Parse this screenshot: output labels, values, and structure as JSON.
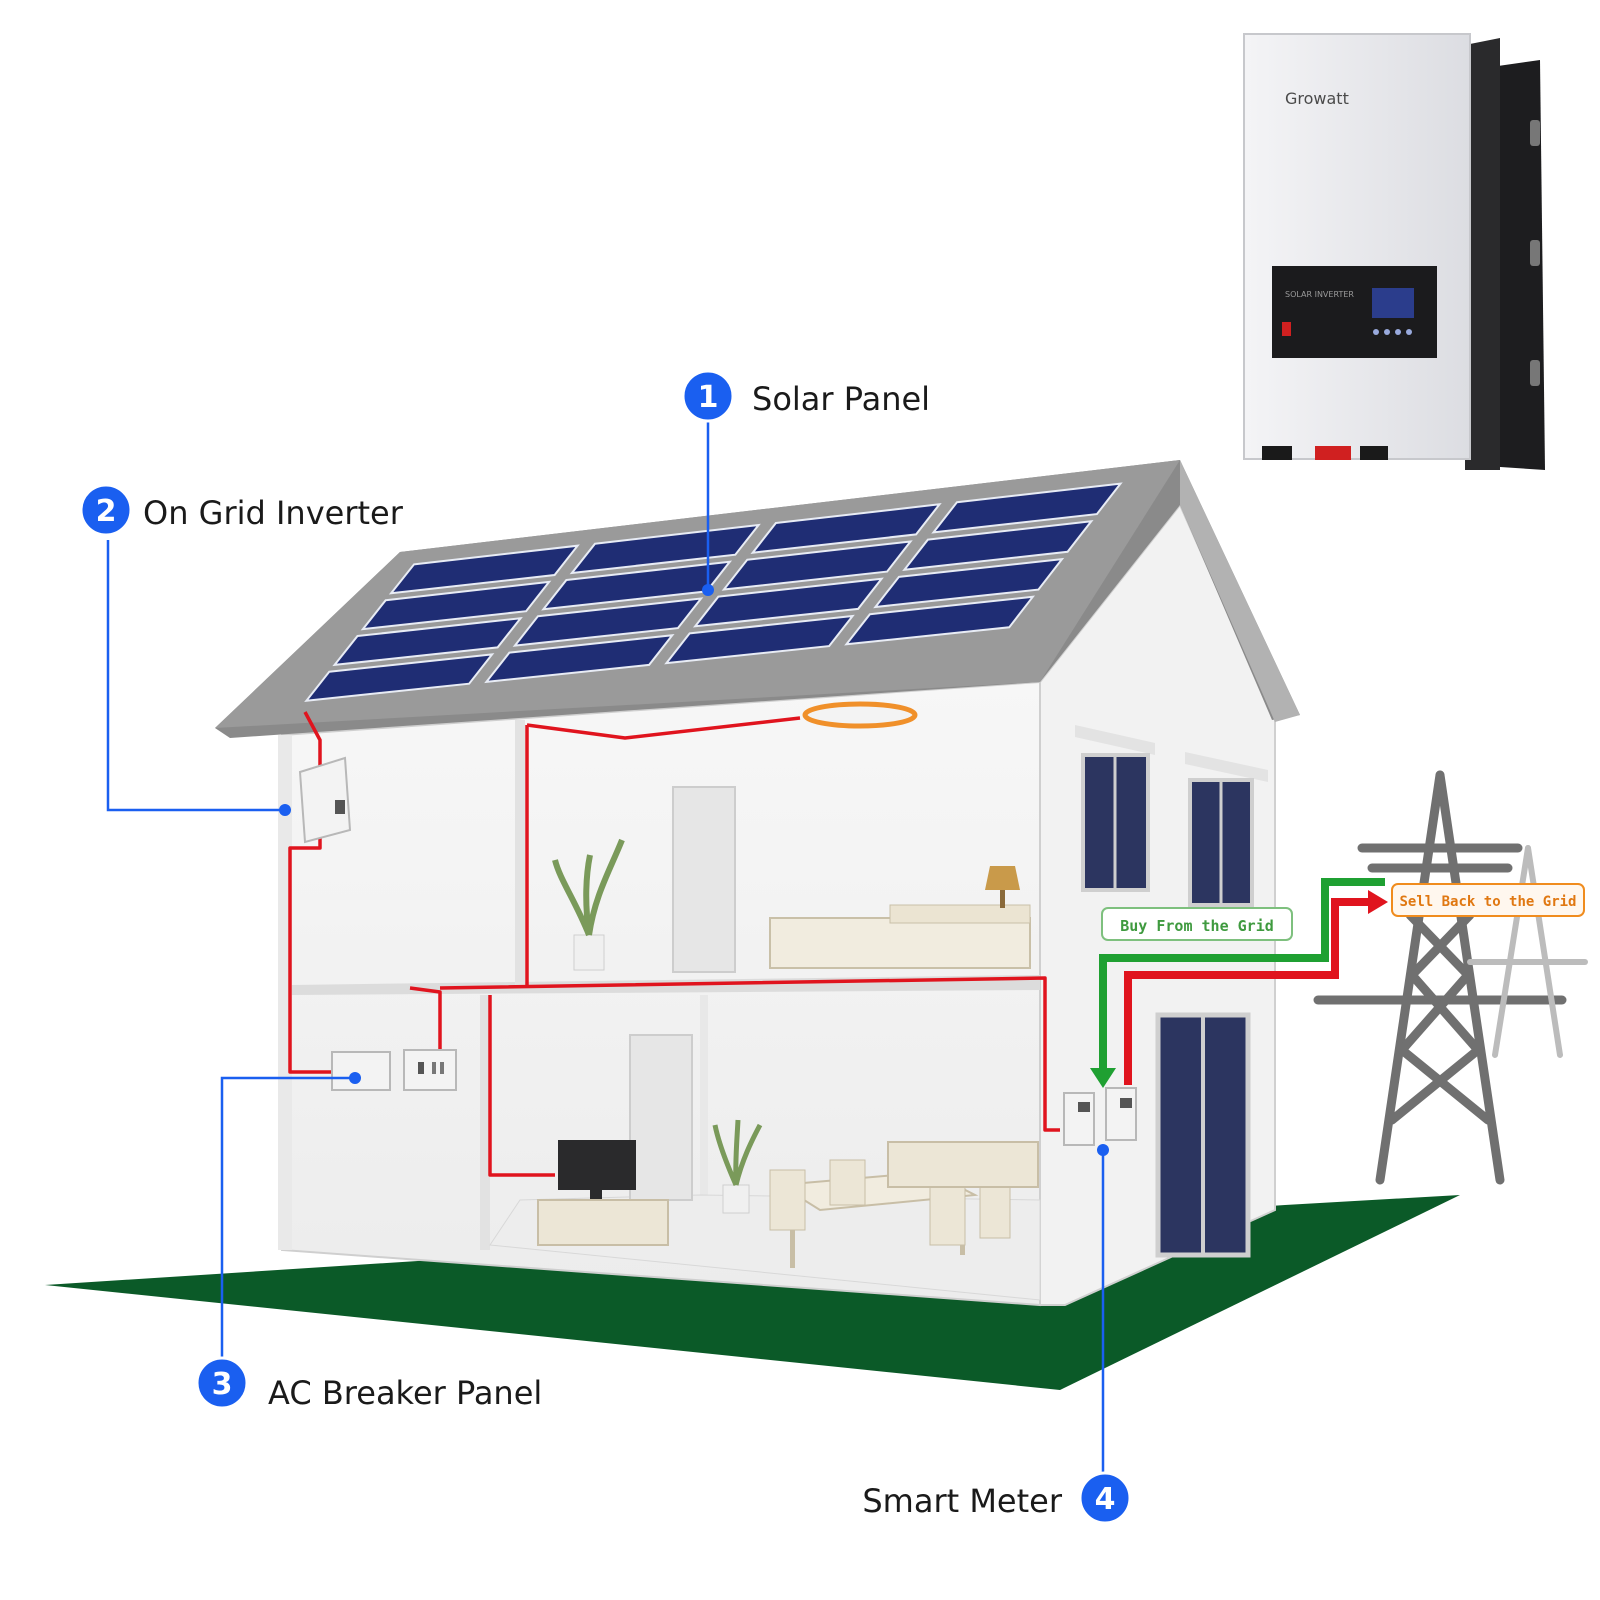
{
  "colors": {
    "callout_blue": "#1a5ff0",
    "wire_red": "#e0141e",
    "buy_green": "#1fa032",
    "sell_orange": "#f08c1e",
    "lawn": "#0b5a28",
    "roof": "#8a8a8a",
    "panel": "#1f2d74",
    "pylon": "#707070"
  },
  "callouts": [
    {
      "number": "1",
      "label": "Solar Panel"
    },
    {
      "number": "2",
      "label": "On Grid Inverter"
    },
    {
      "number": "3",
      "label": "AC Breaker Panel"
    },
    {
      "number": "4",
      "label": "Smart Meter"
    }
  ],
  "flows": {
    "buy": "Buy From the Grid",
    "sell": "Sell Back to the Grid"
  },
  "product": {
    "brand": "Growatt",
    "panel_text": "SOLAR INVERTER"
  },
  "icons": [
    "solar-panel-icon",
    "inverter-icon",
    "breaker-panel-icon",
    "smart-meter-icon",
    "power-pylon-icon",
    "ceiling-light-icon",
    "plant-icon",
    "tv-icon",
    "lamp-icon"
  ]
}
